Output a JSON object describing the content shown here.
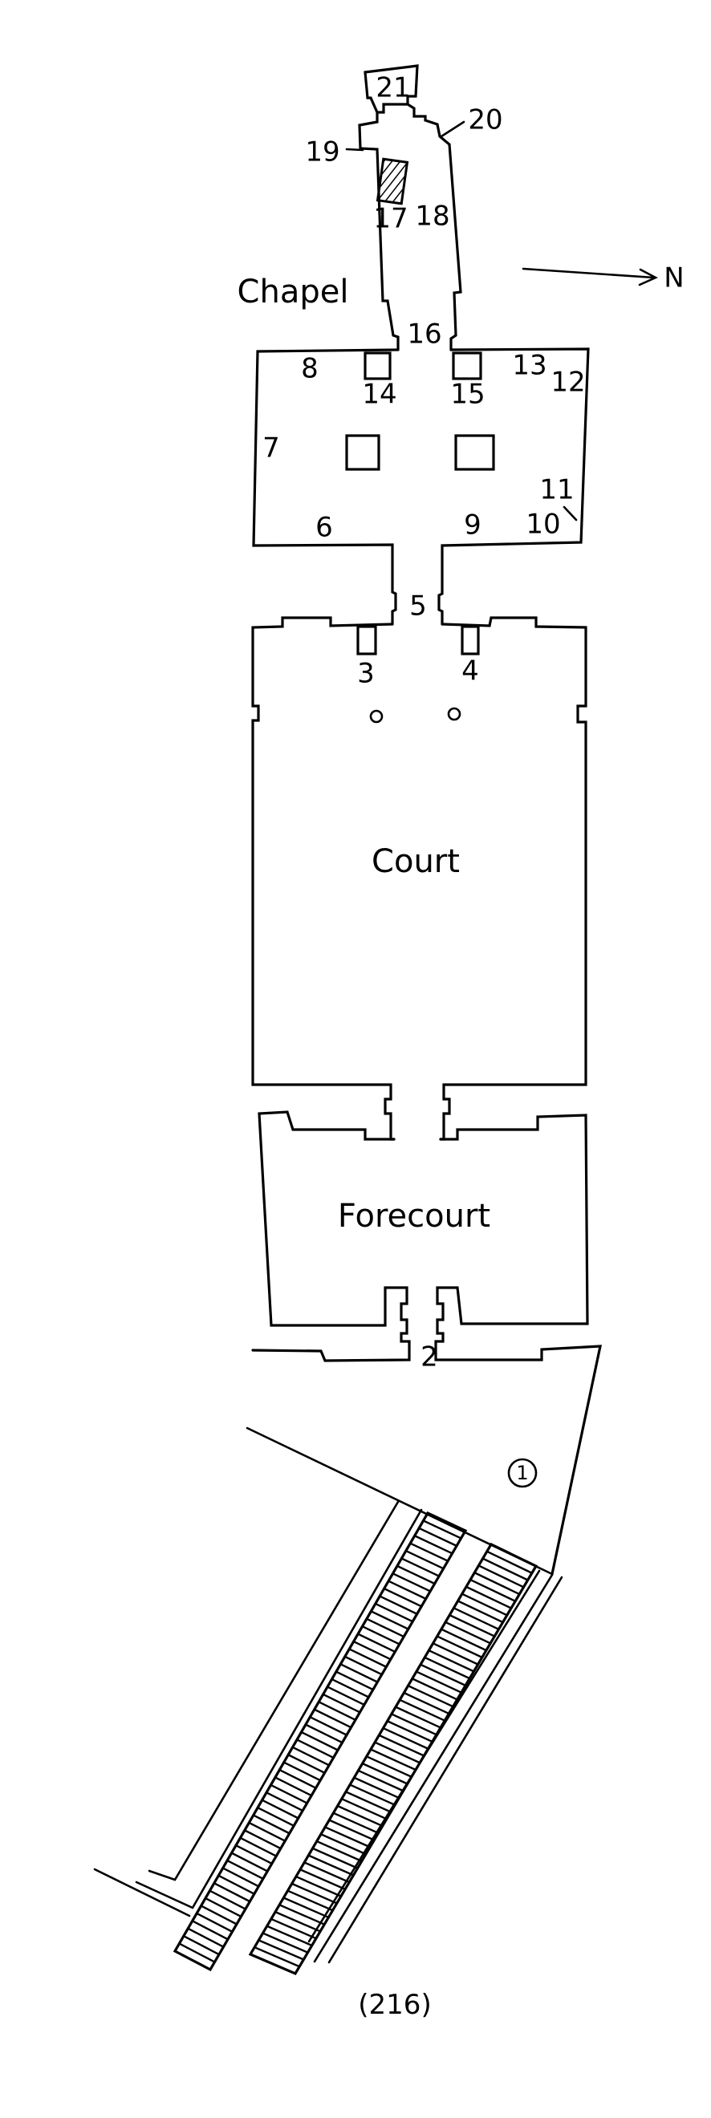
{
  "rooms": {
    "chapel": "Chapel",
    "court": "Court",
    "forecourt": "Forecourt"
  },
  "north_label": "N",
  "markers": {
    "m1": "1",
    "m2": "2",
    "m3": "3",
    "m4": "4",
    "m5": "5",
    "m6": "6",
    "m7": "7",
    "m8": "8",
    "m9": "9",
    "m10": "10",
    "m11": "11",
    "m12": "12",
    "m13": "13",
    "m14": "14",
    "m15": "15",
    "m16": "16",
    "m17": "17",
    "m18": "18",
    "m19": "19",
    "m20": "20",
    "m21": "21"
  },
  "figure_number": "(216)"
}
